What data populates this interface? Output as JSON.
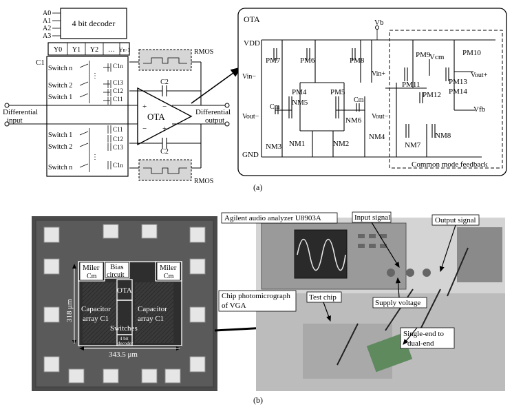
{
  "decoder": {
    "title": "4 bit decoder",
    "inputs": [
      "A0",
      "A1",
      "A2",
      "A3"
    ],
    "outputs": [
      "Y0",
      "Y1",
      "Y2",
      "…",
      "Yn-1"
    ]
  },
  "vga": {
    "c1_label": "C1",
    "switches_top": [
      "Switch n",
      "Switch 2",
      "Switch 1"
    ],
    "switches_bottom": [
      "Switch 1",
      "Switch 2",
      "Switch n"
    ],
    "caps_top": [
      "C1n",
      "C13",
      "C12",
      "C11"
    ],
    "caps_bottom": [
      "C11",
      "C12",
      "C13",
      "C1n"
    ],
    "diff_input": [
      "Differential",
      "input"
    ],
    "diff_output": [
      "Differential",
      "output"
    ],
    "ota": "OTA",
    "c2": "C2",
    "rmos": "RMOS",
    "plus": "+",
    "minus": "−"
  },
  "ota_schematic": {
    "title": "OTA",
    "vdd": "VDD",
    "gnd": "GND",
    "vb": "Vb",
    "vcm": "Vcm",
    "vfb": "Vfb",
    "vin_minus": "Vin−",
    "vin_plus": "Vin+",
    "vout_minus": "Vout−",
    "vout_minus_r": "Vout−",
    "vout_plus": "Vout+",
    "cm": "Cm",
    "pmos": [
      "PM7",
      "PM6",
      "PM8",
      "PM4",
      "PM5",
      "PM9",
      "PM10",
      "PM11",
      "PM12",
      "PM13",
      "PM14"
    ],
    "nmos": [
      "NM5",
      "NM6",
      "NM1",
      "NM2",
      "NM3",
      "NM4",
      "NM7",
      "NM8"
    ],
    "cmfb_label": "Common mode feedback"
  },
  "caption_a": "(a)",
  "caption_b": "(b)",
  "photo": {
    "chip": {
      "miller_l": [
        "Miler",
        "Cm"
      ],
      "miller_r": [
        "Miler",
        "Cm"
      ],
      "bias": [
        "Bias",
        "circuit"
      ],
      "ota": "OTA",
      "cap_l": [
        "Capacitor",
        "array C1"
      ],
      "cap_r": [
        "Capacitor",
        "array C1"
      ],
      "switches": "Switches",
      "decoder": [
        "4 bit",
        "decoder"
      ],
      "dim_h": "318 μm",
      "dim_w": "343.5 μm"
    },
    "labels": {
      "analyzer": "Agilent audio analyzer U8903A",
      "input_signal": "Input signal",
      "output_signal": "Output signal",
      "chip_photo": [
        "Chip photomicrograph",
        "of VGA"
      ],
      "test_chip": "Test chip",
      "supply": "Supply voltage",
      "single_end": [
        "Single-end to",
        "dual-end"
      ]
    }
  }
}
